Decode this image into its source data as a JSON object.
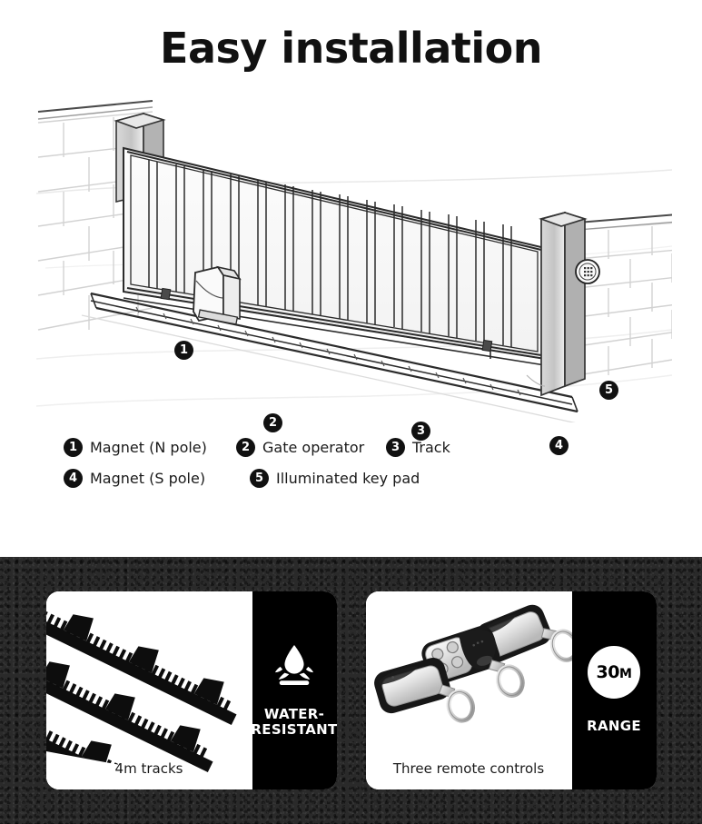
{
  "header": {
    "title": "Easy installation"
  },
  "diagram": {
    "name": "sliding-gate-installation-diagram",
    "callouts": [
      {
        "number": "1",
        "target": "magnet-n-pole"
      },
      {
        "number": "2",
        "target": "gate-operator"
      },
      {
        "number": "3",
        "target": "track"
      },
      {
        "number": "4",
        "target": "magnet-s-pole"
      },
      {
        "number": "5",
        "target": "illuminated-key-pad"
      }
    ]
  },
  "legend": {
    "rows": [
      [
        {
          "number": "1",
          "label": "Magnet (N pole)"
        },
        {
          "number": "2",
          "label": "Gate operator"
        },
        {
          "number": "3",
          "label": "Track"
        }
      ],
      [
        {
          "number": "4",
          "label": "Magnet (S pole)"
        },
        {
          "number": "5",
          "label": "Illuminated key pad"
        }
      ]
    ]
  },
  "features": {
    "cards": [
      {
        "id": "tracks-card",
        "caption": "4m tracks",
        "image": "sliding-gate-rack-tracks",
        "side": {
          "icon": "water-drop-splash-icon",
          "label": "WATER-\nRESISTANT",
          "label_line1": "WATER-",
          "label_line2": "RESISTANT"
        }
      },
      {
        "id": "remotes-card",
        "caption": "Three remote controls",
        "image": "three-remote-key-fobs",
        "side": {
          "icon": "range-badge-icon",
          "badge_value": "30",
          "badge_unit": "M",
          "label": "RANGE"
        }
      }
    ]
  },
  "colors": {
    "background": "#ffffff",
    "text": "#1a1a1a",
    "dark_panel": "#2b2b2b",
    "accent_black": "#000000",
    "card_white": "#ffffff"
  }
}
